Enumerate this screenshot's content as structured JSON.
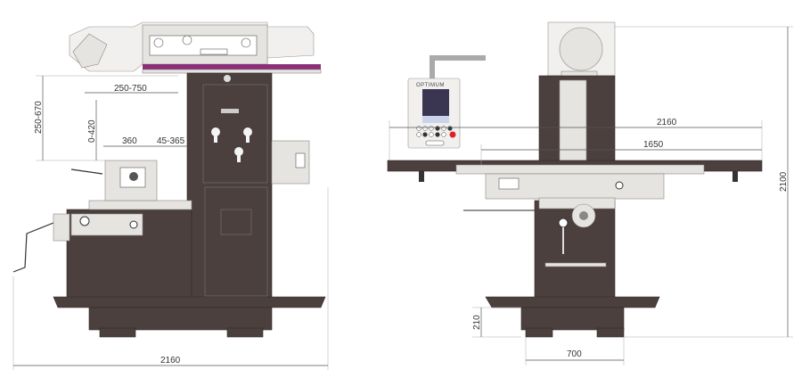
{
  "title": "Milling machine dimensional drawing",
  "brand": "OPTIMUM",
  "side_view": {
    "dimensions": {
      "overall_length": "2160",
      "ram_travel": "250-750",
      "spindle_to_table": "250-670",
      "knee_travel": "0-420",
      "table_width": "360",
      "cross_travel": "45-365"
    }
  },
  "front_view": {
    "dimensions": {
      "table_length": "2160",
      "table_travel": "1650",
      "overall_height": "2100",
      "base_height": "210",
      "base_width": "700"
    }
  },
  "colors": {
    "body": "#4b403d",
    "cover": "#e6e4e1",
    "stripe": "#8b2f7a",
    "stop": "#d22"
  }
}
